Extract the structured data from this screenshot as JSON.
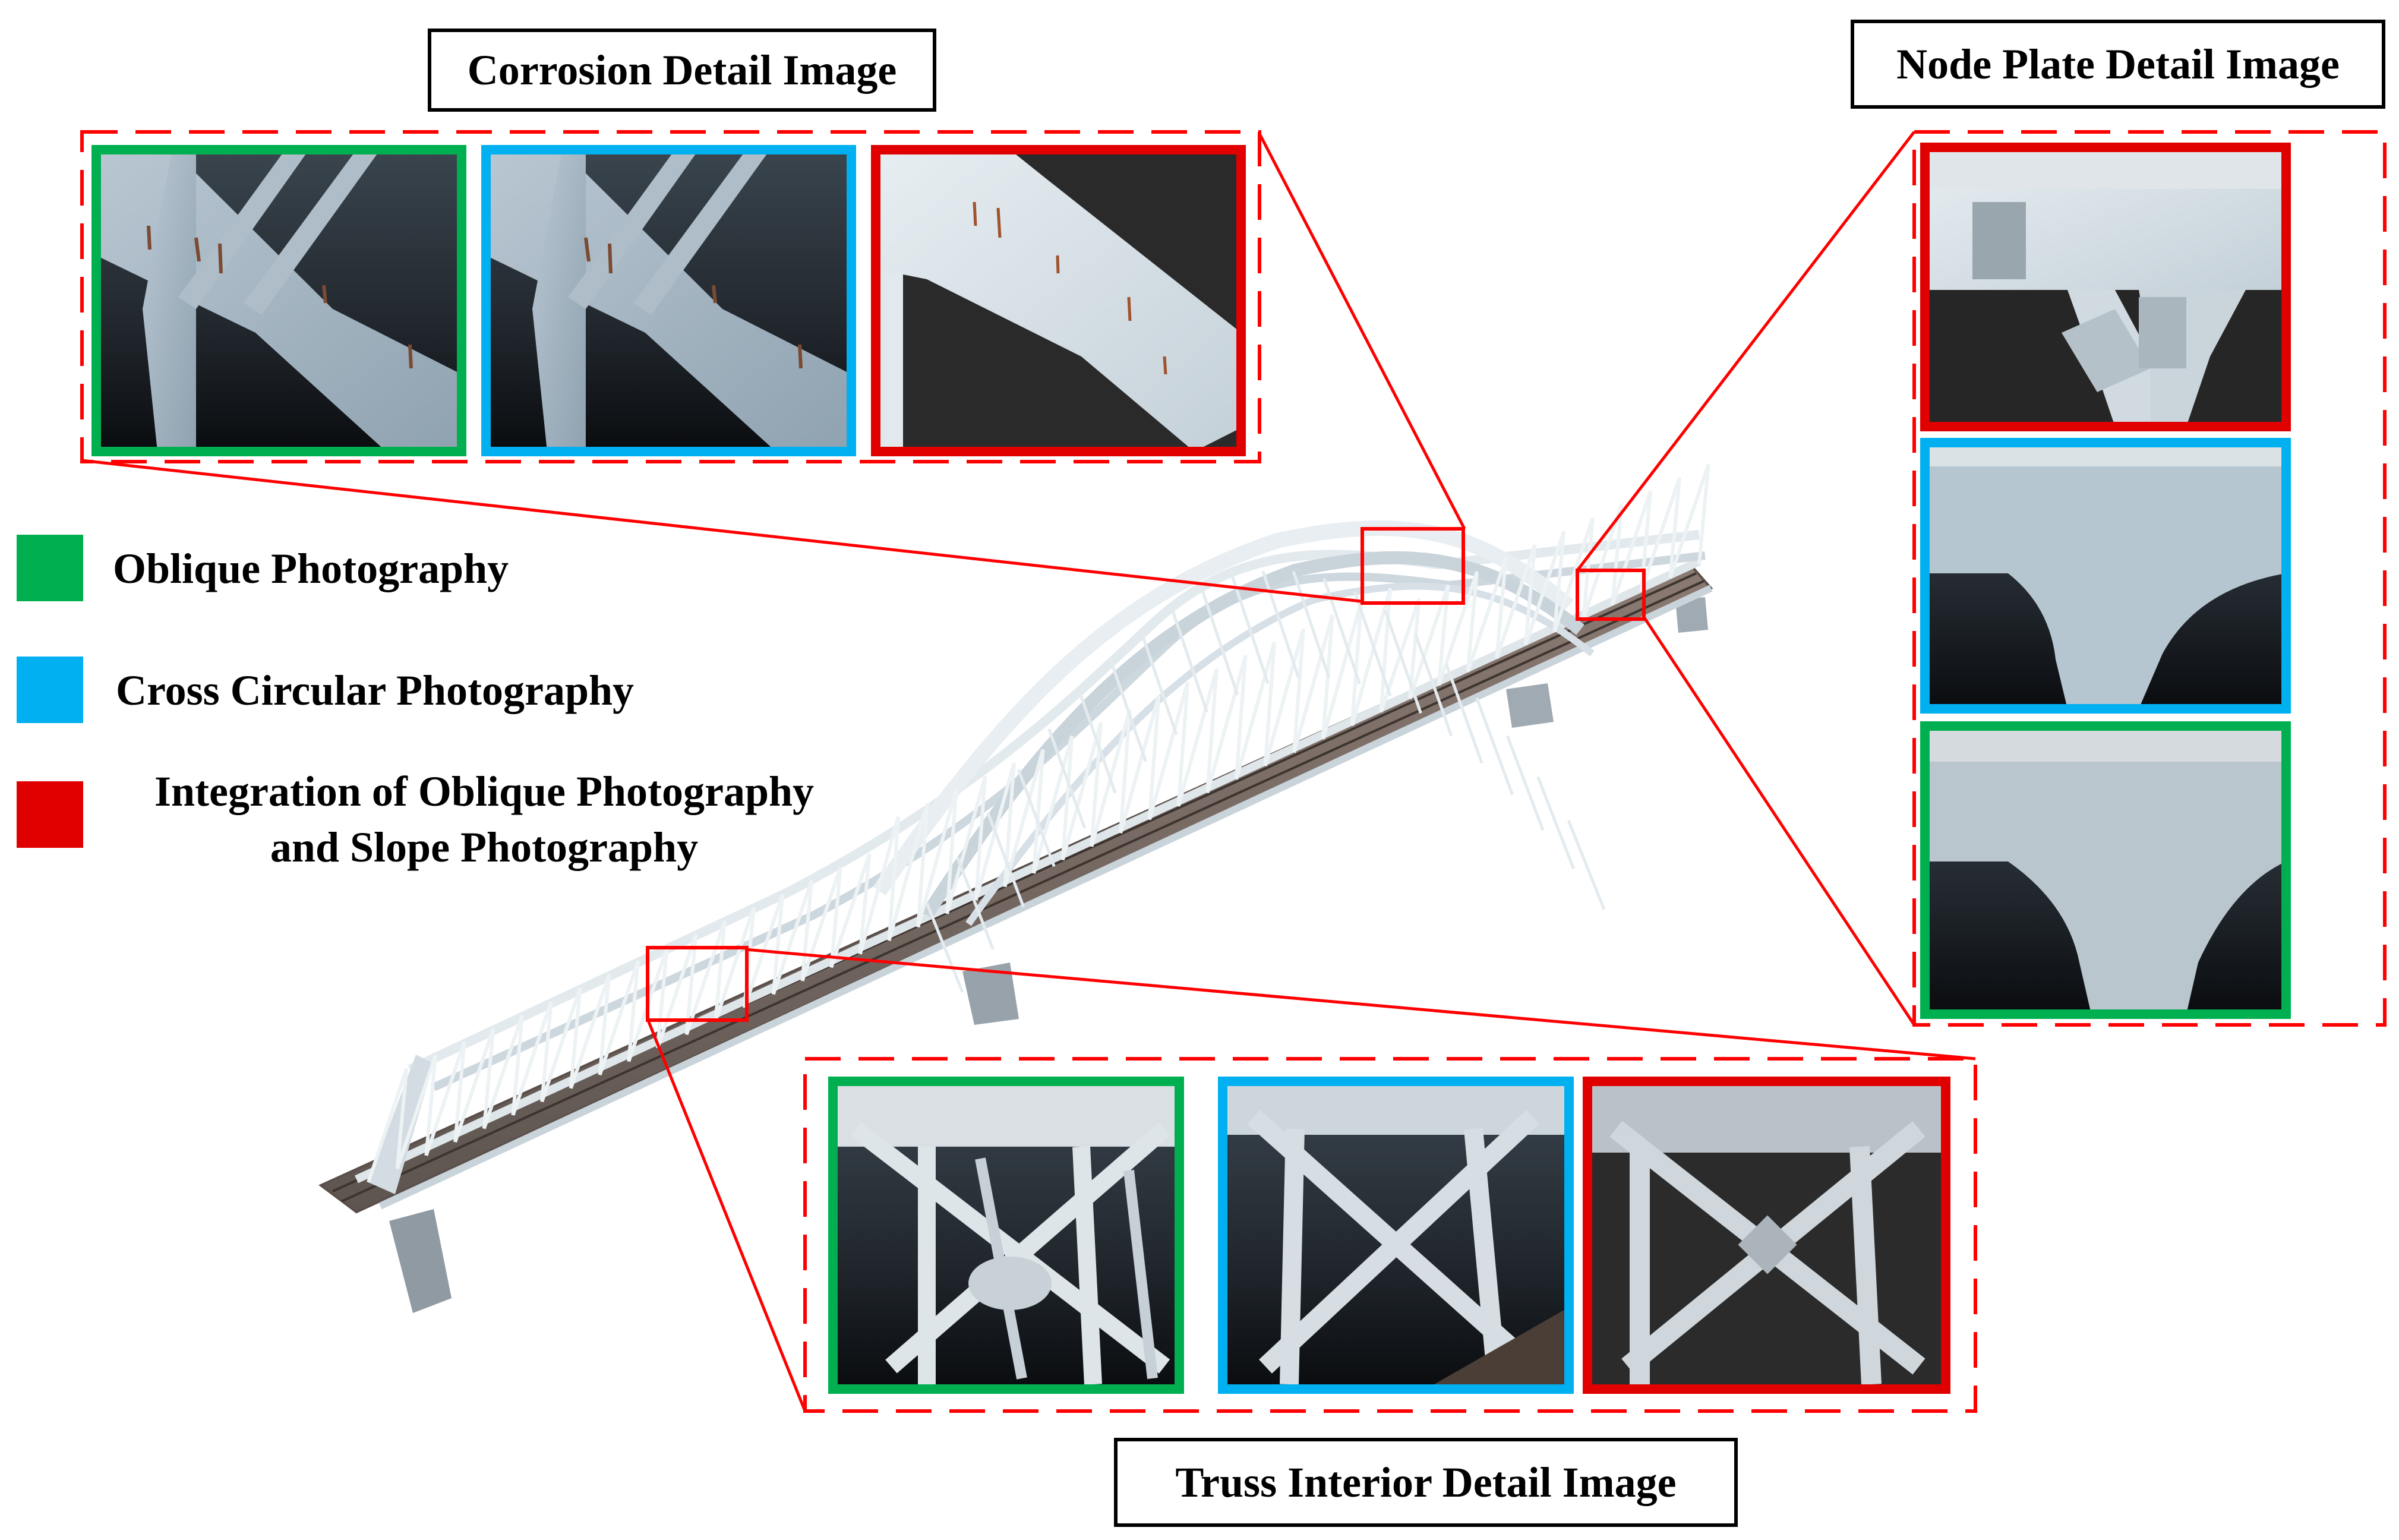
{
  "titles": {
    "corrosion": "Corrosion Detail Image",
    "node_plate": "Node Plate Detail Image",
    "truss_interior": "Truss Interior Detail Image"
  },
  "legend": [
    {
      "label": "Oblique Photography",
      "color": "#00b050"
    },
    {
      "label": "Cross Circular Photography",
      "color": "#00b0f0"
    },
    {
      "label_line1": "Integration of Oblique Photography",
      "label_line2": "and Slope Photography",
      "color": "#e00000"
    }
  ],
  "colors": {
    "callout": "#ff0000",
    "oblique": "#00b050",
    "cross_circular": "#00b0f0",
    "integration": "#e00000"
  }
}
